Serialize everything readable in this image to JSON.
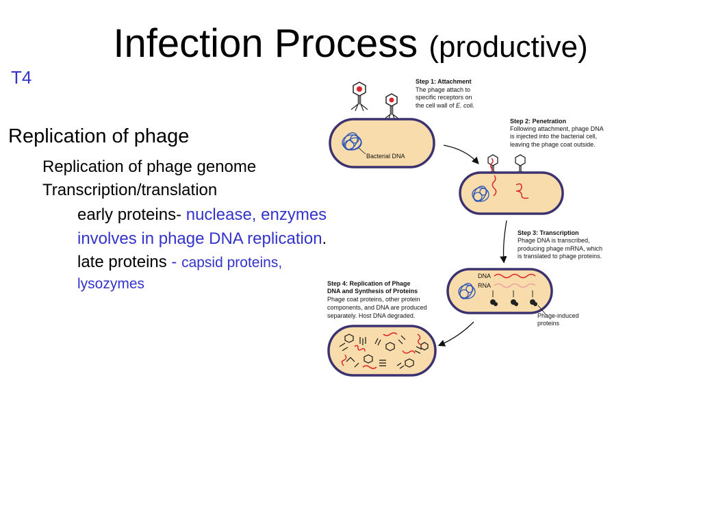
{
  "slide": {
    "title_main": "Infection Process",
    "title_sub": "(productive)",
    "tag": "T4"
  },
  "bullets": {
    "line1": "Replication of phage",
    "line2": "Replication of phage genome",
    "line3": "Transcription/translation",
    "early_prefix": "early proteins-",
    "early_blue": " nuclease, enzymes",
    "early_cont_blue": "involves in phage DNA replication",
    "early_cont_end": ".",
    "late_prefix": "late proteins",
    "late_dash": " - ",
    "late_blue": "capsid proteins,",
    "late_cont_blue": "lysozymes"
  },
  "figure": {
    "step1": {
      "title": "Step 1: Attachment",
      "lines": [
        "The phage attach to",
        "specific receptors on",
        "the cell wall of "
      ],
      "italic": "E. coli."
    },
    "bacterial_dna_label": "Bacterial DNA",
    "step2": {
      "title": "Step 2: Penetration",
      "lines": [
        "Following attachment, phage DNA",
        "is injected into the bacterial cell,",
        "leaving the phage coat outside."
      ]
    },
    "step3": {
      "title": "Step 3: Transcription",
      "lines": [
        "Phage DNA is transcribed,",
        "producing phage mRNA, which",
        "is translated to phage proteins."
      ]
    },
    "dna_label": "DNA",
    "rna_label": "RNA",
    "step4": {
      "title_lines": [
        "Step 4: Replication of Phage",
        "DNA and Synthesis of Proteins"
      ],
      "lines": [
        "Phage coat proteins, other protein",
        "components, and DNA are produced",
        "separately. Host DNA degraded."
      ]
    },
    "phage_proteins_label": [
      "Phage-induced",
      "proteins"
    ],
    "colors": {
      "cell_fill": "#f9dcab",
      "cell_border": "#3c3270",
      "dna_blue": "#2b54b8",
      "phage_red": "#d8262b"
    }
  }
}
